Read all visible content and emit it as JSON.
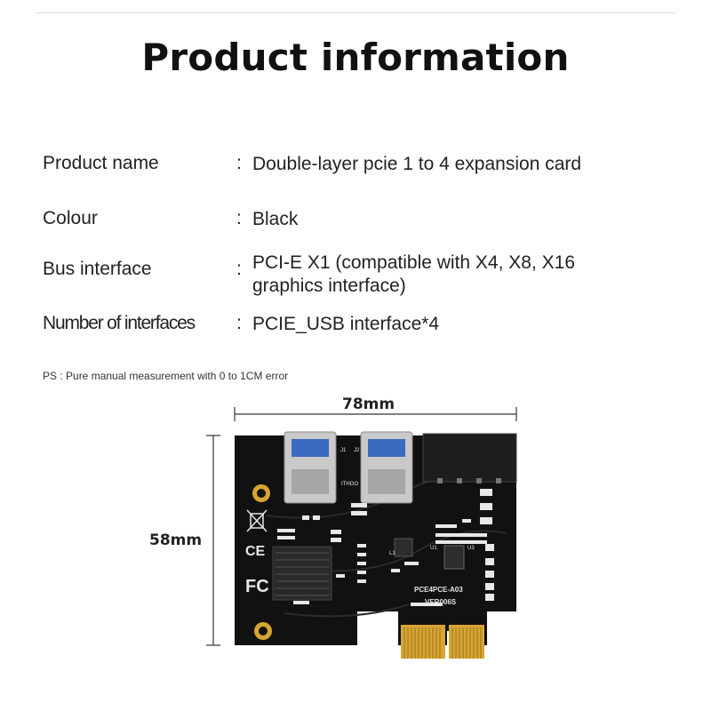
{
  "title": "Product information",
  "specs": [
    {
      "label": "Product name",
      "colon": ":",
      "value": "Double-layer pcie 1 to 4 expansion card"
    },
    {
      "label": "Colour",
      "colon": ":",
      "value": "Black"
    },
    {
      "label": "Bus interface",
      "colon": ":",
      "value": "PCI-E X1 (compatible with X4, X8, X16 graphics interface)"
    },
    {
      "label": "Number of interfaces",
      "colon": ":",
      "value": "PCIE_USB interface*4"
    }
  ],
  "note": "PS : Pure manual measurement with 0 to 1CM error",
  "dimensions": {
    "width": "78mm",
    "height": "58mm"
  },
  "board": {
    "model": "PCE4PCE-A03",
    "version": "VER006S",
    "silkscreen_j2": "J2",
    "silkscreen_j1": "J1",
    "silkscreen_mark": "ITHOO",
    "chip_u1": "U1",
    "chip_u3": "U3",
    "inductor": "L1",
    "ce_mark": "CE",
    "fc_mark": "FC",
    "colors": {
      "pcb": "#111111",
      "usb_metal": "#c9c9c9",
      "gold": "#d8a531",
      "connector": "#1d1d1d"
    }
  }
}
